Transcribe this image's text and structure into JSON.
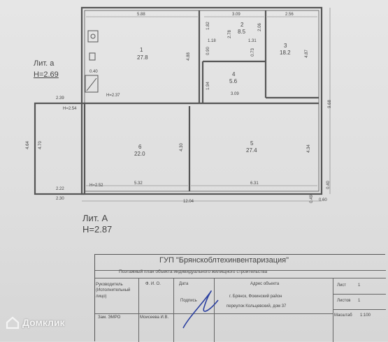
{
  "plan": {
    "lit_a_small": "Лит. а",
    "h_small": "H=2.69",
    "lit_a_big": "Лит. А",
    "h_big": "H=2.87",
    "rooms": [
      {
        "no": "1",
        "area": "27.8"
      },
      {
        "no": "2",
        "area": "8.5"
      },
      {
        "no": "3",
        "area": "18.2"
      },
      {
        "no": "4",
        "area": "5.6"
      },
      {
        "no": "5",
        "area": "27.4"
      },
      {
        "no": "6",
        "area": "22.0"
      }
    ],
    "dims": {
      "top_left": "5.88",
      "top_mid": "3.09",
      "top_right": "2.56",
      "r1_height": "4.88",
      "r2_a": "1.82",
      "r2_b": "2.78",
      "r2_c": "2.06",
      "r2_d": "1.18",
      "r2_e": "0.90",
      "r2_f": "1.31",
      "r2_g": "0.73",
      "r3_height": "4.87",
      "r4_height": "1.94",
      "r4_width": "3.09",
      "stove_w": "0.40",
      "h237": "H=2.37",
      "left_239": "2.39",
      "h254": "H=2.54",
      "ext_464": "4.64",
      "ext_470": "4.70",
      "ext_222": "2.22",
      "ext_230": "2.30",
      "h252": "H=2.52",
      "r6_width": "5.32",
      "r6_height": "4.30",
      "r5_width": "6.31",
      "r5_height": "4.34",
      "right_968": "9.68",
      "bottom_total": "12.04",
      "d060": "0.60",
      "d040": "0.40",
      "d049": "0.49"
    }
  },
  "stamp": {
    "org": "ГУП \"Брянскоблтехинвентаризация\"",
    "subtitle": "Поэтажный план объекта индивидуального жилищного строительства",
    "role": "Руководитель (Исполнительный лицо)",
    "fio_header": "Ф. И. О.",
    "date_header": "Дата",
    "podpis": "Подпись",
    "zam": "Зам. ЭМРО",
    "executor": "Моисеева И.В.",
    "address_header": "Адрес объекта",
    "address_line1": "г. Брянск, Фокинский район",
    "address_line2": "переулок Кольцевский, дом 37",
    "list_label": "Лист",
    "list_value": "1",
    "listov_label": "Листов",
    "listov_value": "1",
    "scale_label": "Масштаб",
    "scale_value": "1:100"
  },
  "watermark": {
    "brand": "Домклик"
  }
}
